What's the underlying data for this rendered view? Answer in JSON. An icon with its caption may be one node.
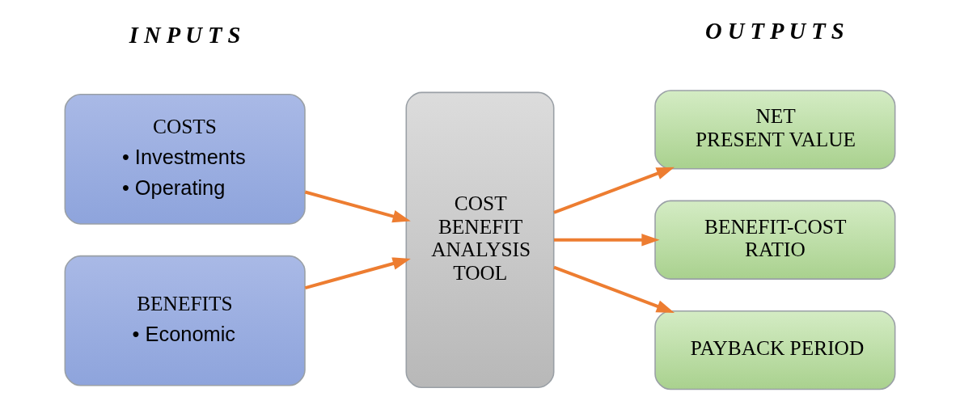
{
  "diagram": {
    "nodes": [
      {
        "text": [
          "COSTS",
          "• Investments",
          "• Operating"
        ]
      },
      {
        "text": [
          "BENEFITS",
          "• Economic"
        ]
      },
      {
        "text": [
          "COST BENEFIT ANALYSIS TOOL"
        ]
      },
      {
        "text": [
          "NET PRESENT VALUE"
        ]
      },
      {
        "text": [
          "BENEFIT-COST RATIO"
        ]
      },
      {
        "text": [
          "PAYBACK PERIOD"
        ]
      }
    ],
    "edges": [
      {
        "from": 0,
        "to": 2,
        "arrow": "to"
      },
      {
        "from": 1,
        "to": 2,
        "arrow": "to"
      },
      {
        "from": 2,
        "to": 3,
        "arrow": "to"
      },
      {
        "from": 2,
        "to": 4,
        "arrow": "to"
      },
      {
        "from": 2,
        "to": 5,
        "arrow": "to"
      }
    ],
    "labels": [
      "I N P U T S",
      "O U T P U T S"
    ]
  }
}
